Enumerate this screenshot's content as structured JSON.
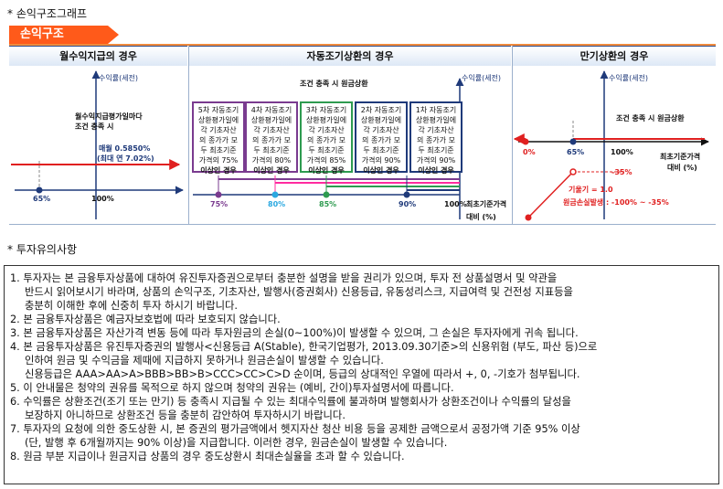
{
  "section1_heading": "* 손익구조그래프",
  "banner": {
    "label": "손익구조",
    "color": "#ff5a1a"
  },
  "panels": {
    "left": {
      "title": "월수익지급의 경우",
      "y_axis_label": "수익률(세전)",
      "condition": [
        "월수익지급평가일마다",
        "조건 충족 시"
      ],
      "payout": [
        "매월 0.5850%",
        "(최대 연 7.02%)"
      ],
      "tick_65": "65%",
      "tick_100": "100%"
    },
    "middle": {
      "title": "자동조기상환의 경우",
      "condition_header": "조건 충족 시 원금상환",
      "y_axis_label": "수익률(세전)",
      "boxes": [
        {
          "lines": [
            "5차 자동조기",
            "상환평가일에",
            "각 기초자산",
            "의 종가가 모",
            "두 최초기준",
            "가격의 75%",
            "이상인 경우"
          ],
          "color": "#7a3b8f"
        },
        {
          "lines": [
            "4차 자동조기",
            "상환평가일에",
            "각 기초자산",
            "의 종가가 모",
            "두 최초기준",
            "가격의 80%",
            "이상인 경우"
          ],
          "color": "#7a3b8f"
        },
        {
          "lines": [
            "3차 자동조기",
            "상환평가일에",
            "각 기초자산",
            "의 종가가 모",
            "두 최초기준",
            "가격의 85%",
            "이상인 경우"
          ],
          "color": "#2e9b50"
        },
        {
          "lines": [
            "2차 자동조기",
            "상환평가일에",
            "각 기초자산",
            "의 종가가 모",
            "두 최초기준",
            "가격의 90%",
            "이상인 경우"
          ],
          "color": "#1f3a7a"
        },
        {
          "lines": [
            "1차 자동조기",
            "상환평가일에",
            "각 기초자산",
            "의 종가가 모",
            "두 최초기준",
            "가격의 90%",
            "이상인 경우"
          ],
          "color": "#1f3a7a"
        }
      ],
      "ticks": [
        "75%",
        "80%",
        "85%",
        "90%",
        "100%"
      ],
      "x_axis_label": [
        "최초기준가격",
        "대비 (%)"
      ]
    },
    "right": {
      "title": "만기상환의 경우",
      "y_axis_label": "수익률(세전)",
      "condition": "조건 충족 시 원금상환",
      "tick_0": "0%",
      "tick_65": "65%",
      "tick_100": "100%",
      "x_axis_label": [
        "최초기준가격",
        "대비 (%)"
      ],
      "level_minus35": "-35%",
      "slope_note": "기울기 = 1.0",
      "loss_note": "원금손실발생 : -100% ~ -35%"
    }
  },
  "section2_heading": "* 투자유의사항",
  "notes": [
    {
      "text": "1. 투자자는 본 금융투자상품에 대하여 유진투자증권으로부터 충분한 설명을 받을 권리가 있으며, 투자 전 상품설명서 및 약관을",
      "indent": false
    },
    {
      "text": "반드시 읽어보시기 바라며, 상품의 손익구조, 기초자산, 발행사(증권회사) 신용등급, 유동성리스크, 지급여력 및 건전성 지표등을",
      "indent": true
    },
    {
      "text": "충분히 이해한 후에 신중히 투자 하시기 바랍니다.",
      "indent": true
    },
    {
      "text": "2. 본 금융투자상품은 예금자보호법에 따라 보호되지 않습니다.",
      "indent": false
    },
    {
      "text": "3. 본 금융투자상품은 자산가격 변동 등에 따라 투자원금의 손실(0~100%)이 발생할 수 있으며, 그 손실은 투자자에게 귀속 됩니다.",
      "indent": false
    },
    {
      "text": "4. 본 금융투자상품은 유진투자증권의 발행사<신용등급 A(Stable), 한국기업평가, 2013.09.30기준>의 신용위험 (부도, 파산 등)으로",
      "indent": false
    },
    {
      "text": "인하여 원금 및 수익금을 제때에 지급하지 못하거나 원금손실이 발생할 수 있습니다.",
      "indent": true
    },
    {
      "text": "신용등급은 AAA>AA>A>BBB>BB>B>CCC>CC>C>D 순이며, 등급의 상대적인 우열에 따라서 +, 0, -기호가 첨부됩니다.",
      "indent": true
    },
    {
      "text": "5. 이 안내물은 청약의 권유를 목적으로 하지 않으며 청약의 권유는 (예비, 간이)투자설명서에 따릅니다.",
      "indent": false
    },
    {
      "text": "6. 수익률은 상환조건(조기 또는 만기) 등 충족시 지급될 수 있는 최대수익률에 불과하며 발행회사가 상환조건이나 수익률의 달성을",
      "indent": false
    },
    {
      "text": "보장하지 아니하므로 상환조건 등을 충분히 감안하여 투자하시기 바랍니다.",
      "indent": true
    },
    {
      "text": "7. 투자자의 요청에 의한 중도상환 시, 본 증권의 평가금액에서 헷지자산 청산 비용 등을 공제한 금액으로서 공정가액 기준 95% 이상",
      "indent": false
    },
    {
      "text": "(단, 발행 후 6개월까지는 90% 이상)을 지급합니다. 이러한 경우, 원금손실이 발생할 수 있습니다.",
      "indent": true
    },
    {
      "text": "8. 원금 부분 지급이나 원금지급 상품의 경우 중도상환시 최대손실율을 초과 할 수 있습니다.",
      "indent": false
    }
  ]
}
